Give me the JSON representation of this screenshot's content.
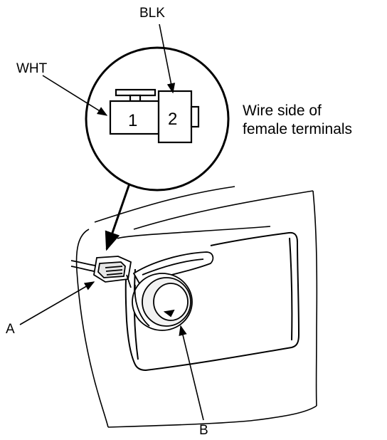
{
  "labels": {
    "blk": "BLK",
    "wht": "WHT",
    "pin1": "1",
    "pin2": "2",
    "note_line1": "Wire side of",
    "note_line2": "female terminals",
    "callout_a": "A",
    "callout_b": "B"
  },
  "colors": {
    "line": "#000000",
    "background": "#ffffff"
  }
}
